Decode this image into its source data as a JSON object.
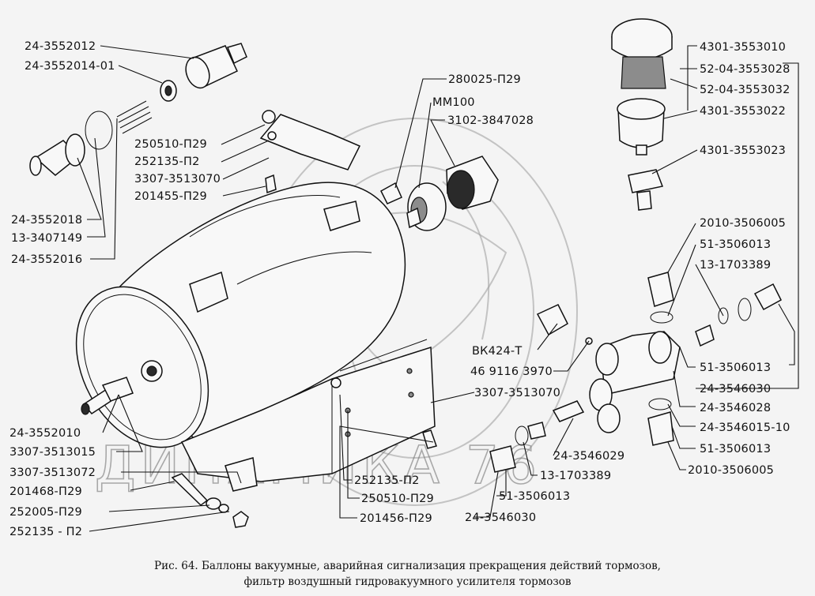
{
  "labels": {
    "l1": "24-3552012",
    "l2": "24-3552014-01",
    "l3": "250510-П29",
    "l4": "252135-П2",
    "l5": "3307-3513070",
    "l6": "201455-П29",
    "l7": "24-3552018",
    "l8": "13-3407149",
    "l9": "24-3552016",
    "l10": "280025-П29",
    "l11": "ММ100",
    "l12": "3102-3847028",
    "l13": "4301-3553010",
    "l14": "52-04-3553028",
    "l15": "52-04-3553032",
    "l16": "4301-3553022",
    "l17": "4301-3553023",
    "l18": "2010-3506005",
    "l19": "51-3506013",
    "l20": "13-1703389",
    "l21": "ВК424-Т",
    "l22": "46 9116 3970",
    "l23": "51-3506013",
    "l24": "24-3546030",
    "l25": "24-3546028",
    "l26": "3307-3513070",
    "l27": "24-3546015-10",
    "l28": "51-3506013",
    "l29": "24-3546029",
    "l30": "2010-3506005",
    "l31": "24-3552010",
    "l32": "3307-3513015",
    "l33": "3307-3513072",
    "l34": "201468-П29",
    "l35": "252005-П29",
    "l36": "252135 - П2",
    "l37": "252135-П2",
    "l38": "250510-П29",
    "l39": "201456-П29",
    "l40": "13-1703389",
    "l41": "51-3506013",
    "l42": "24-3546030"
  },
  "watermark": "ДИНАМИКА 76",
  "caption": {
    "line1": "Рис. 64. Баллоны вакуумные, аварийная сигнализация прекращения действий тормозов,",
    "line2": "фильтр воздушный гидровакуумного усилителя тормозов"
  }
}
